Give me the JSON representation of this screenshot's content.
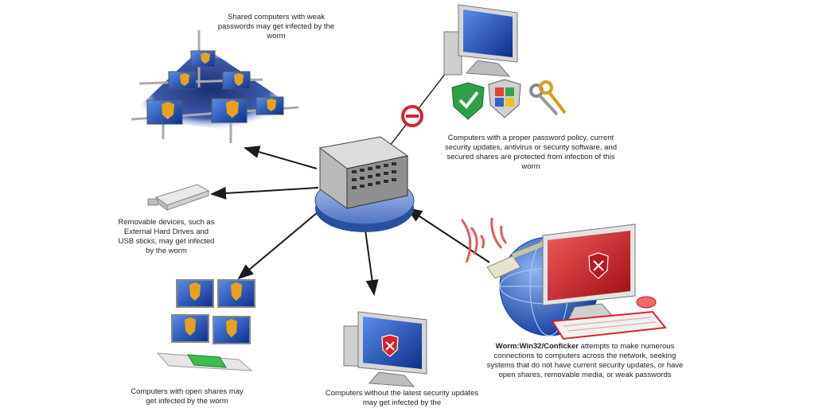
{
  "labels": {
    "shared": "Shared computers with weak passwords may get infected by the worm",
    "protected": "Computers with a proper password policy, current security updates, antivirus or security software, and secured shares are protected from infection of this worm",
    "removable": "Removable devices, such as External Hard Drives and USB sticks, may get infected by the worm",
    "open_shares": "Computers with open shares may get infected by the worm",
    "no_updates": "Computers without the latest security updates may get infected by the",
    "worm_name": "Worm:Win32/Conficker",
    "worm_desc": " attempts to make numerous connections to computers across the network, seeking systems that do not have current security updates, or have open shares, removable media, or weak passwords"
  },
  "colors": {
    "screen_blue": "#1f4fb8",
    "infected_red": "#d8232a",
    "shield_orange": "#e8a21a",
    "shield_green": "#2ea043",
    "arrow": "#1a1a1a",
    "globe_blue": "#2f63c9"
  },
  "icons": [
    "server-icon",
    "shield-check-icon",
    "windows-shield-icon",
    "keys-icon",
    "no-entry-icon",
    "usb-stick-icon",
    "signal-waves-icon",
    "network-cable-icon",
    "globe-icon"
  ]
}
